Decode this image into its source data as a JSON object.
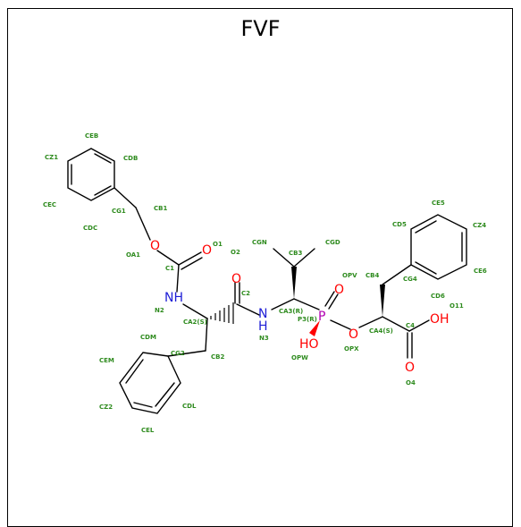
{
  "title": "FVF",
  "colors": {
    "oxygen": "#ff0000",
    "nitrogen": "#1f1fd6",
    "phosphorus": "#b100b1",
    "atom_label": "#2e8b1e"
  },
  "atoms": {
    "nh_top": "NH",
    "nh_mid_n": "N",
    "nh_mid_h": "H",
    "p": "P",
    "oh_left": "HO",
    "oh_right": "OH",
    "o_ester": "O",
    "o1": "O",
    "o2": "O",
    "opv": "O",
    "opx": "O",
    "o4": "O"
  },
  "labels": {
    "ceb": "CEB",
    "cz1": "CZ1",
    "cdb": "CDB",
    "cec": "CEC",
    "cg1": "CG1",
    "cdc": "CDC",
    "cb1": "CB1",
    "oa1": "OA1",
    "o1": "O1",
    "c1": "C1",
    "o2": "O2",
    "n2": "N2",
    "ca2": "CA2(S)",
    "c2": "C2",
    "cgn": "CGN",
    "cb3": "CB3",
    "cgd": "CGD",
    "opv": "OPV",
    "ca3": "CA3(R)",
    "p3": "P3(R)",
    "n3": "N3",
    "opw": "OPW",
    "opx": "OPX",
    "cdm": "CDM",
    "cg2": "CG2",
    "cb2": "CB2",
    "cem": "CEM",
    "cz2": "CZ2",
    "cdl": "CDL",
    "cel": "CEL",
    "ce5": "CE5",
    "cd5": "CD5",
    "cz4": "CZ4",
    "cb4": "CB4",
    "cg4": "CG4",
    "ce6": "CE6",
    "cd6": "CD6",
    "o11": "O11",
    "c4": "C4",
    "ca4": "CA4(S)",
    "o4": "O4"
  }
}
